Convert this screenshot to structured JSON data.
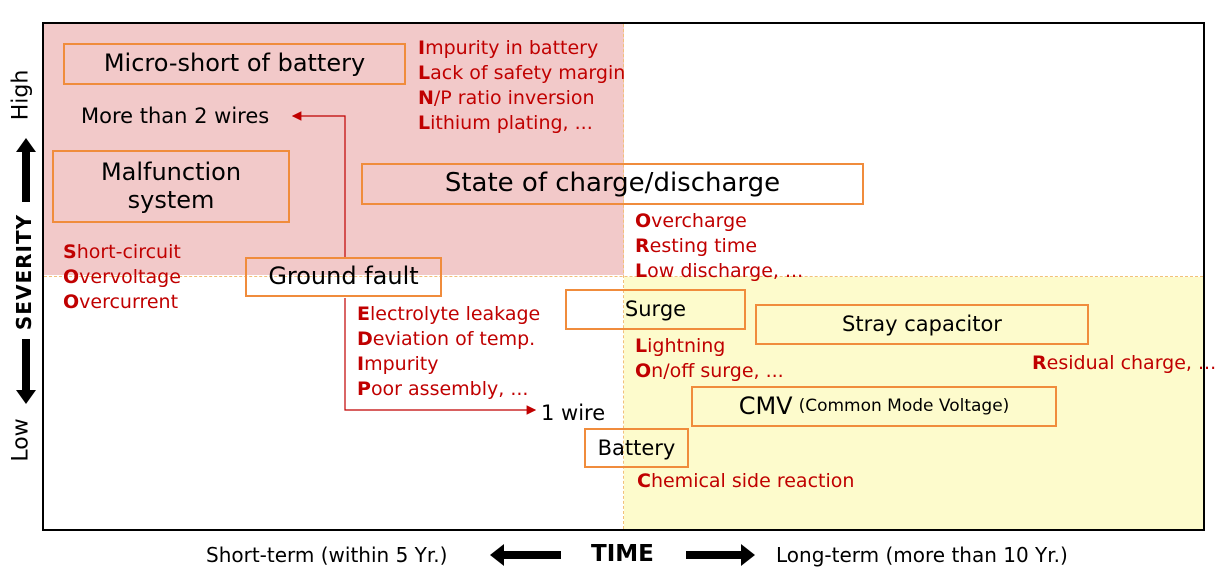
{
  "boxes": {
    "micro_short": "Micro-short of battery",
    "malfunction_line1": "Malfunction",
    "malfunction_line2": "system",
    "state_of_charge": "State of charge/discharge",
    "ground_fault": "Ground fault",
    "surge": "Surge",
    "stray_capacitor": "Stray capacitor",
    "cmv_main": "CMV",
    "cmv_sub": "(Common Mode Voltage)",
    "battery": "Battery"
  },
  "labels": {
    "more_than_2_wires": "More than 2 wires",
    "one_wire": "1 wire"
  },
  "cause_lists": {
    "battery_impurity": [
      {
        "first": "I",
        "rest": "mpurity in battery"
      },
      {
        "first": "L",
        "rest": "ack of safety margin"
      },
      {
        "first": "N",
        "rest": "/P ratio inversion"
      },
      {
        "first": "L",
        "rest": "ithium plating, ..."
      }
    ],
    "malfunction": [
      {
        "first": "S",
        "rest": "hort-circuit"
      },
      {
        "first": "O",
        "rest": "vervoltage"
      },
      {
        "first": "O",
        "rest": "vercurrent"
      }
    ],
    "ground_fault": [
      {
        "first": "E",
        "rest": "lectrolyte leakage"
      },
      {
        "first": "D",
        "rest": "eviation of temp."
      },
      {
        "first": "I",
        "rest": "mpurity"
      },
      {
        "first": "P",
        "rest": "oor assembly, ..."
      }
    ],
    "state_of_charge": [
      {
        "first": "O",
        "rest": "vercharge"
      },
      {
        "first": "R",
        "rest": "esting time"
      },
      {
        "first": "L",
        "rest": "ow discharge, ..."
      }
    ],
    "surge": [
      {
        "first": "L",
        "rest": "ightning"
      },
      {
        "first": "O",
        "rest": "n/off surge, ..."
      }
    ],
    "stray_capacitor": [
      {
        "first": "R",
        "rest": "esidual charge, ..."
      }
    ],
    "battery": [
      {
        "first": "C",
        "rest": "hemical side reaction"
      }
    ]
  },
  "axes": {
    "severity_title": "SEVERITY",
    "severity_high": "High",
    "severity_low": "Low",
    "time_title": "TIME",
    "time_short": "Short-term (within 5 Yr.)",
    "time_long": "Long-term (more than 10 Yr.)"
  },
  "colors": {
    "high_severity_short_term_zone": "#f2c9c9",
    "low_severity_long_term_zone": "#fdfbcc",
    "box_border": "#f08c3c",
    "cause_text": "#c00000",
    "connector": "#c00000"
  }
}
